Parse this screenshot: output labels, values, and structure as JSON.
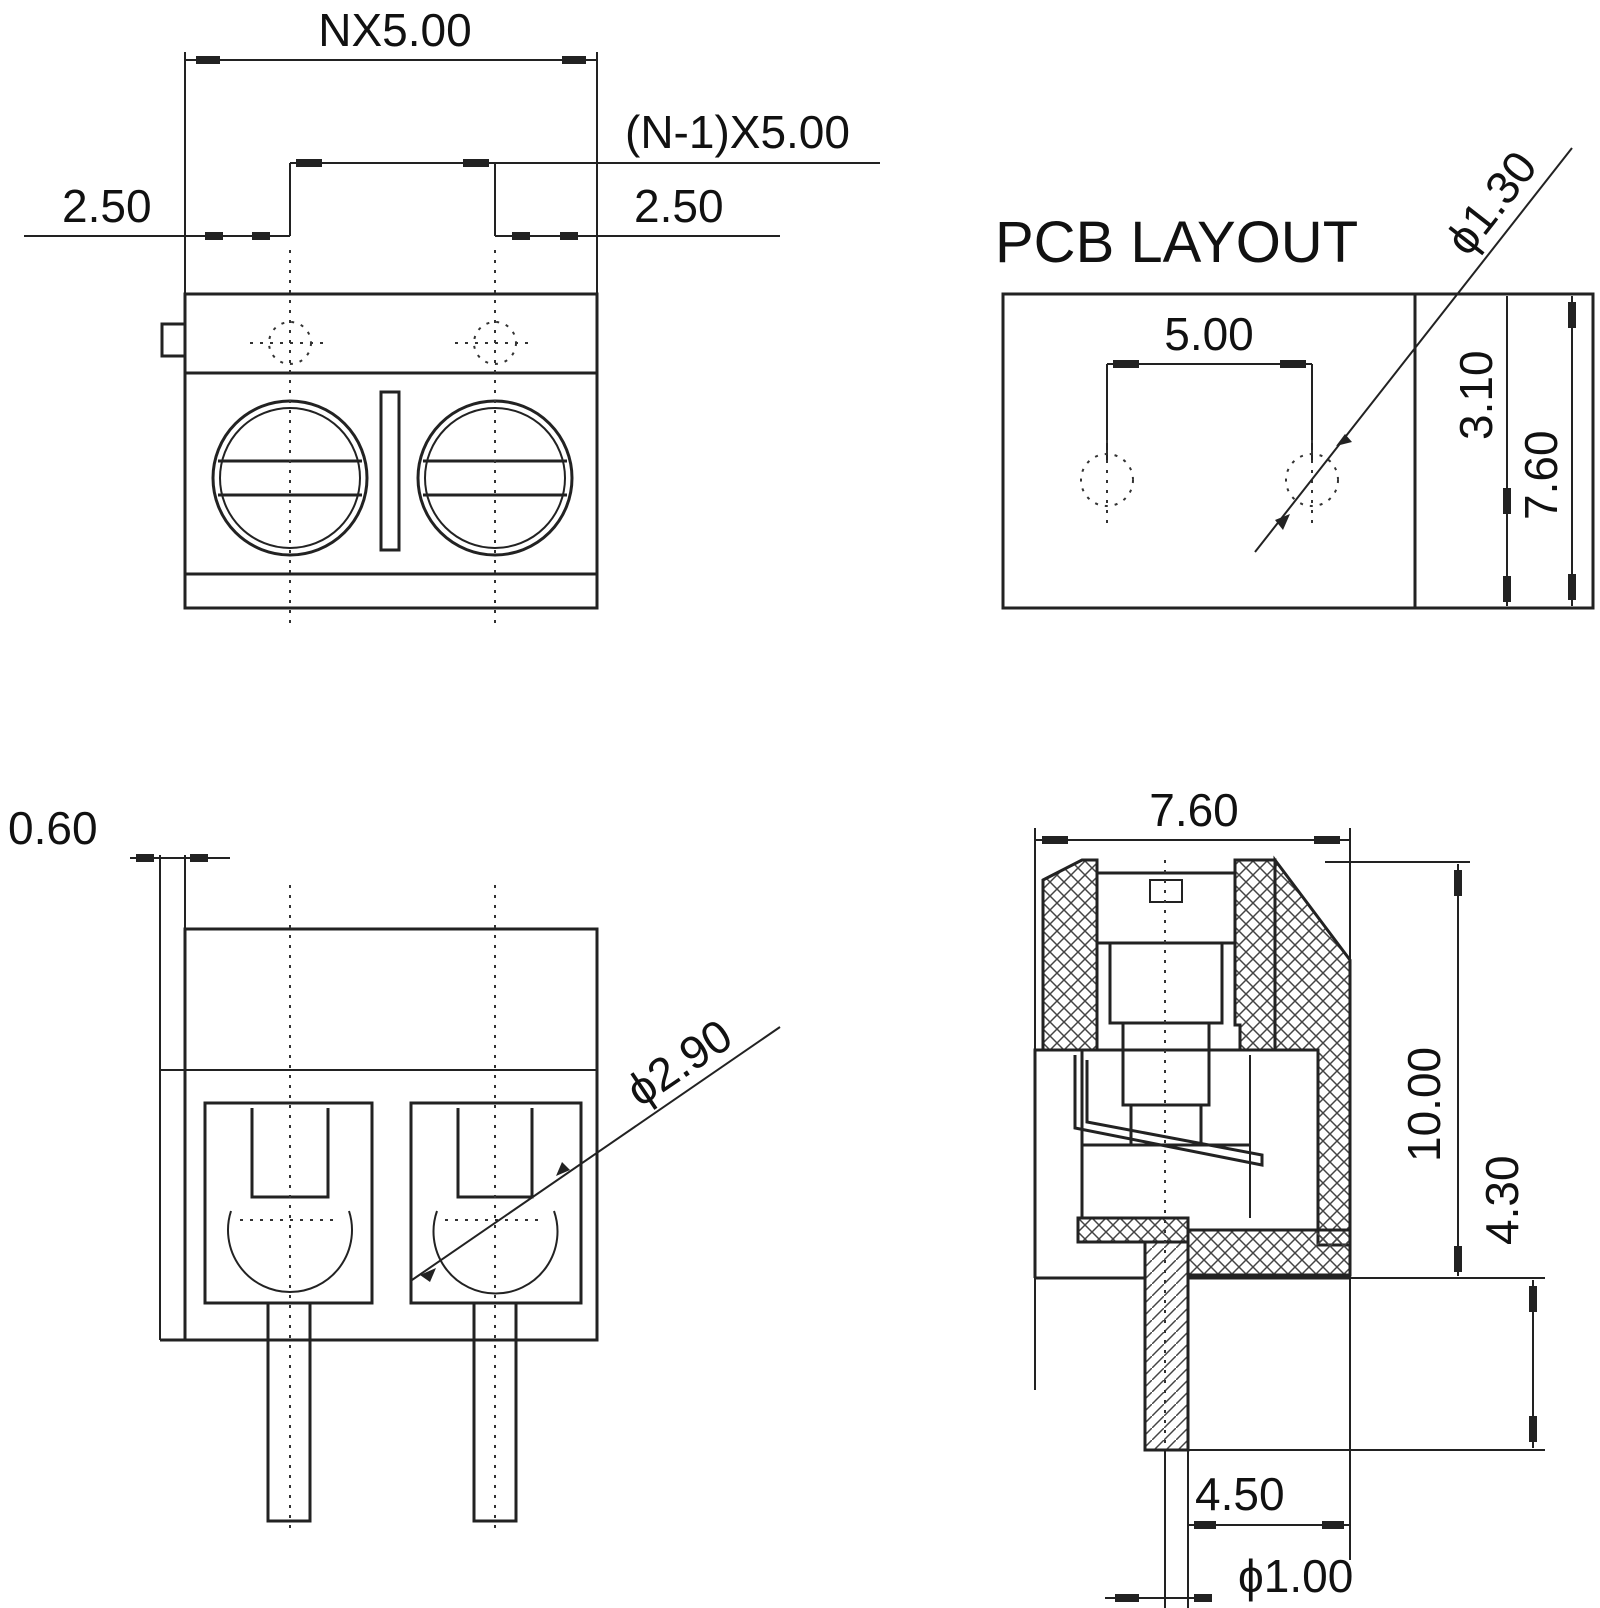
{
  "front_view": {
    "dim_top": "NX5.00",
    "dim_pitch": "(N-1)X5.00",
    "dim_left": "2.50",
    "dim_right": "2.50"
  },
  "pcb_layout": {
    "title": "PCB LAYOUT",
    "dim_hole_dia": "ϕ1.30",
    "dim_pitch": "5.00",
    "dim_offset": "3.10",
    "dim_depth": "7.60"
  },
  "bottom_view": {
    "dim_wall": "0.60",
    "dim_wire_dia": "ϕ2.90"
  },
  "side_view": {
    "dim_width": "7.60",
    "dim_height": "10.00",
    "dim_pin_length": "4.30",
    "dim_pin_offset": "4.50",
    "dim_pin_dia": "ϕ1.00"
  }
}
